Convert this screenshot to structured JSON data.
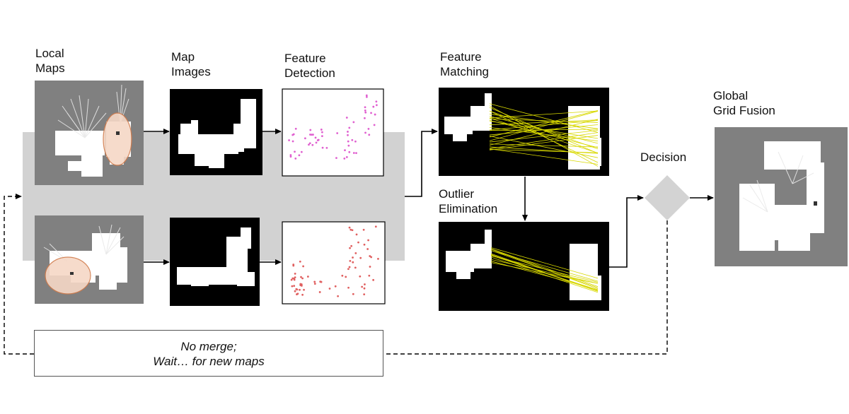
{
  "labels": {
    "local_maps": [
      "Local",
      "Maps"
    ],
    "map_images": [
      "Map",
      "Images"
    ],
    "feature_detection": [
      "Feature",
      "Detection"
    ],
    "feature_matching": [
      "Feature",
      "Matching"
    ],
    "outlier_elimination": [
      "Outlier",
      "Elimination"
    ],
    "decision": "Decision",
    "global_grid_fusion": [
      "Global",
      "Grid Fusion"
    ]
  },
  "no_merge_box": {
    "line1": "No merge;",
    "line2": "Wait… for new maps"
  },
  "colors": {
    "band": "#d2d2d2",
    "map_gray": "#808080",
    "decision_diamond": "#d3d3d3",
    "highlight_ellipse": "#f6d8c6",
    "match_lines": "#d8d800",
    "keypoints_top": "#e060d0",
    "keypoints_bottom": "#e06060"
  }
}
